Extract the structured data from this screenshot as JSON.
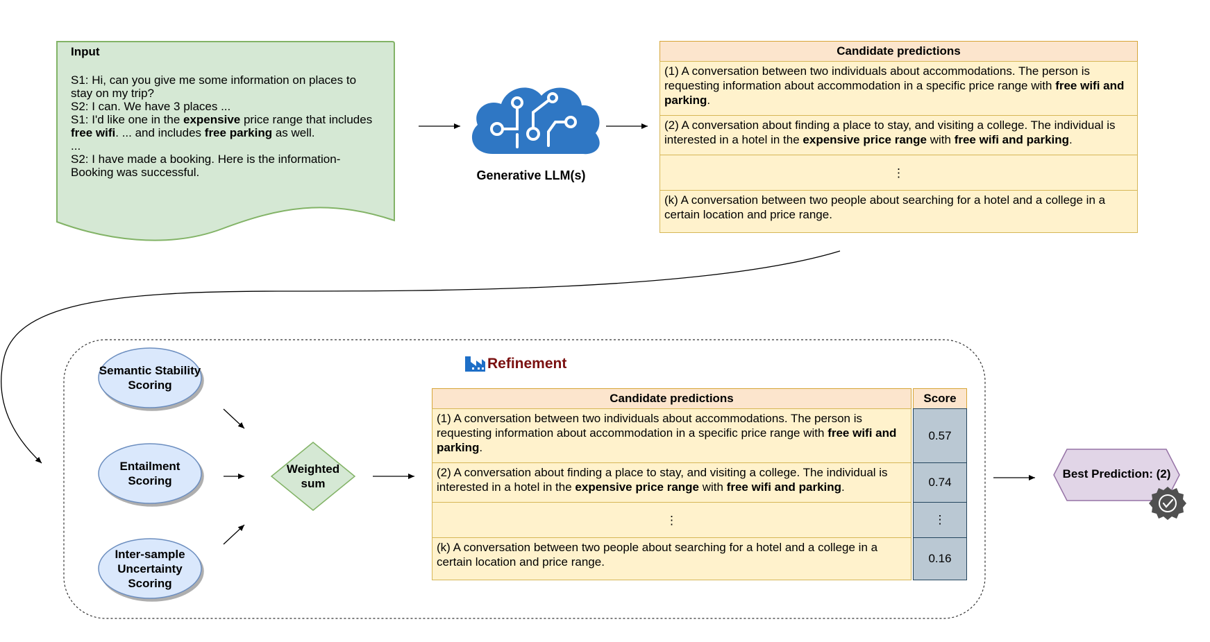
{
  "input": {
    "title": "Input",
    "lines": [
      [
        {
          "t": "S1: Hi, can you give me some information on places to",
          "b": false
        }
      ],
      [
        {
          "t": "stay on my trip?",
          "b": false
        }
      ],
      [
        {
          "t": "S2: I can. We have 3 places ...",
          "b": false
        }
      ],
      [
        {
          "t": "S1: I'd like one in the ",
          "b": false
        },
        {
          "t": "expensive",
          "b": true
        },
        {
          "t": " price range that includes",
          "b": false
        }
      ],
      [
        {
          "t": "free wifi",
          "b": true
        },
        {
          "t": ". ... and includes ",
          "b": false
        },
        {
          "t": "free parking",
          "b": true
        },
        {
          "t": " as well.",
          "b": false
        }
      ],
      [
        {
          "t": "...",
          "b": false
        }
      ],
      [
        {
          "t": "S2: I have made a booking. Here is the information-",
          "b": false
        }
      ],
      [
        {
          "t": "Booking was successful.",
          "b": false
        }
      ]
    ]
  },
  "llm": {
    "label": "Generative LLM(s)"
  },
  "candidates_top": {
    "header": "Candidate predictions",
    "rows": [
      [
        {
          "t": "(1) A conversation between two individuals about accommodations. The person is requesting information about accommodation in a specific price range with ",
          "b": false
        },
        {
          "t": "free wifi and parking",
          "b": true
        },
        {
          "t": ".",
          "b": false
        }
      ],
      [
        {
          "t": "(2) A conversation about finding a place to stay, and visiting a college. The individual is interested in a hotel in the ",
          "b": false
        },
        {
          "t": "expensive price range",
          "b": true
        },
        {
          "t": " with ",
          "b": false
        },
        {
          "t": "free wifi and parking",
          "b": true
        },
        {
          "t": ".",
          "b": false
        }
      ],
      [
        {
          "t": "⋮",
          "b": false
        }
      ],
      [
        {
          "t": "(k) A conversation between two people about searching for a hotel and a college in a certain location and price range.",
          "b": false
        }
      ]
    ]
  },
  "refinement": {
    "title": "Refinement",
    "scorers": [
      {
        "label": "Semantic Stability Scoring"
      },
      {
        "label": "Entailment Scoring"
      },
      {
        "label": "Inter-sample Uncertainty Scoring"
      }
    ],
    "weighted_sum": "Weighted sum",
    "table": {
      "header": "Candidate predictions",
      "score_header": "Score",
      "rows": [
        {
          "segments": [
            {
              "t": "(1) A conversation between two individuals about accommodations. The person is requesting information about accommodation in a specific price range with ",
              "b": false
            },
            {
              "t": "free wifi and parking",
              "b": true
            },
            {
              "t": ".",
              "b": false
            }
          ],
          "score": "0.57"
        },
        {
          "segments": [
            {
              "t": "(2) A conversation about finding a place to stay, and visiting a college. The individual is interested in a hotel in the ",
              "b": false
            },
            {
              "t": "expensive price range",
              "b": true
            },
            {
              "t": " with ",
              "b": false
            },
            {
              "t": "free wifi and parking",
              "b": true
            },
            {
              "t": ".",
              "b": false
            }
          ],
          "score": "0.74"
        },
        {
          "segments": [
            {
              "t": "⋮",
              "b": false
            }
          ],
          "score": "⋮"
        },
        {
          "segments": [
            {
              "t": "(k) A conversation between two people about searching for a hotel and a college in a certain location and price range.",
              "b": false
            }
          ],
          "score": "0.16"
        }
      ]
    }
  },
  "best_prediction": {
    "label": "Best Prediction: (2)"
  },
  "colors": {
    "input_fill": "#d5e8d4",
    "input_stroke": "#82b366",
    "header_fill": "#fce5cd",
    "cell_fill": "#fff2cc",
    "cell_stroke": "#d6b656",
    "score_fill": "#bac8d3",
    "ellipse_fill": "#dae8fc",
    "ellipse_stroke": "#6c8ebf",
    "diamond_fill": "#d5e8d4",
    "hex_fill": "#e1d5e7",
    "hex_stroke": "#9673a6",
    "cloud_blue": "#2f77c4",
    "refinement_title": "#7a1010"
  }
}
